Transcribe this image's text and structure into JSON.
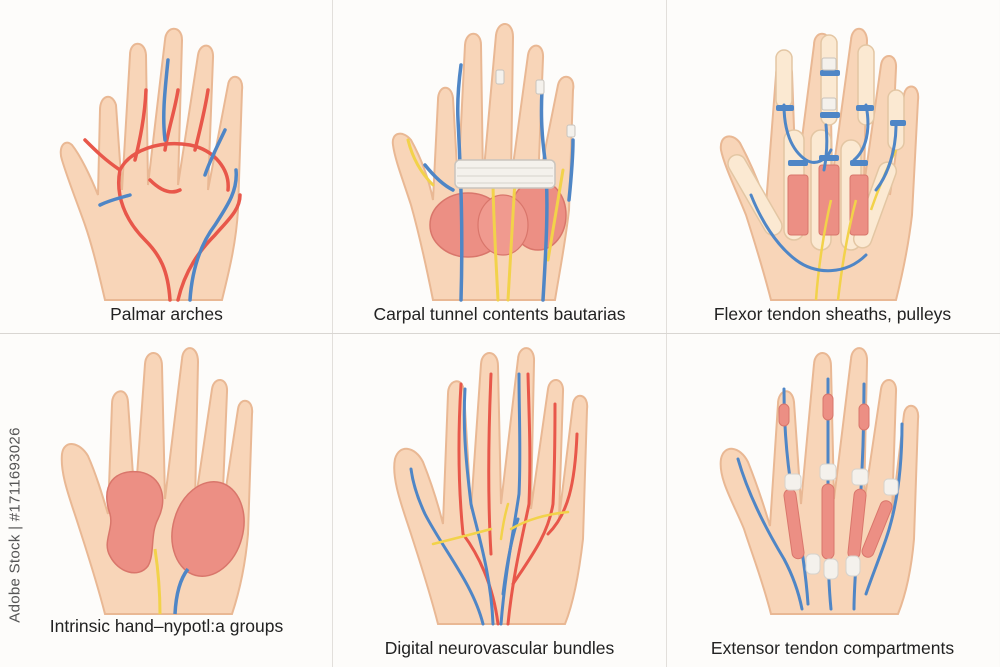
{
  "panels": [
    {
      "caption": "Palmar arches"
    },
    {
      "caption": "Carpal tunnel contents bautarias"
    },
    {
      "caption": "Flexor tendon sheaths, pulleys"
    },
    {
      "caption": "Intrinsic hand–nypotl:a groups"
    },
    {
      "caption": "Digital neurovascular bundles"
    },
    {
      "caption": "Extensor tendon compartments"
    }
  ],
  "watermark": {
    "text": "Adobe Stock | #1711693026"
  },
  "colors": {
    "skin": "#f8d5b8",
    "skin_outline": "#e9b894",
    "artery": "#e8574a",
    "vein": "#4f86c6",
    "nerve": "#f2d24a",
    "muscle": "#ec8f84",
    "bone": "#fbe9d2",
    "ligament": "#f4f1ec"
  }
}
